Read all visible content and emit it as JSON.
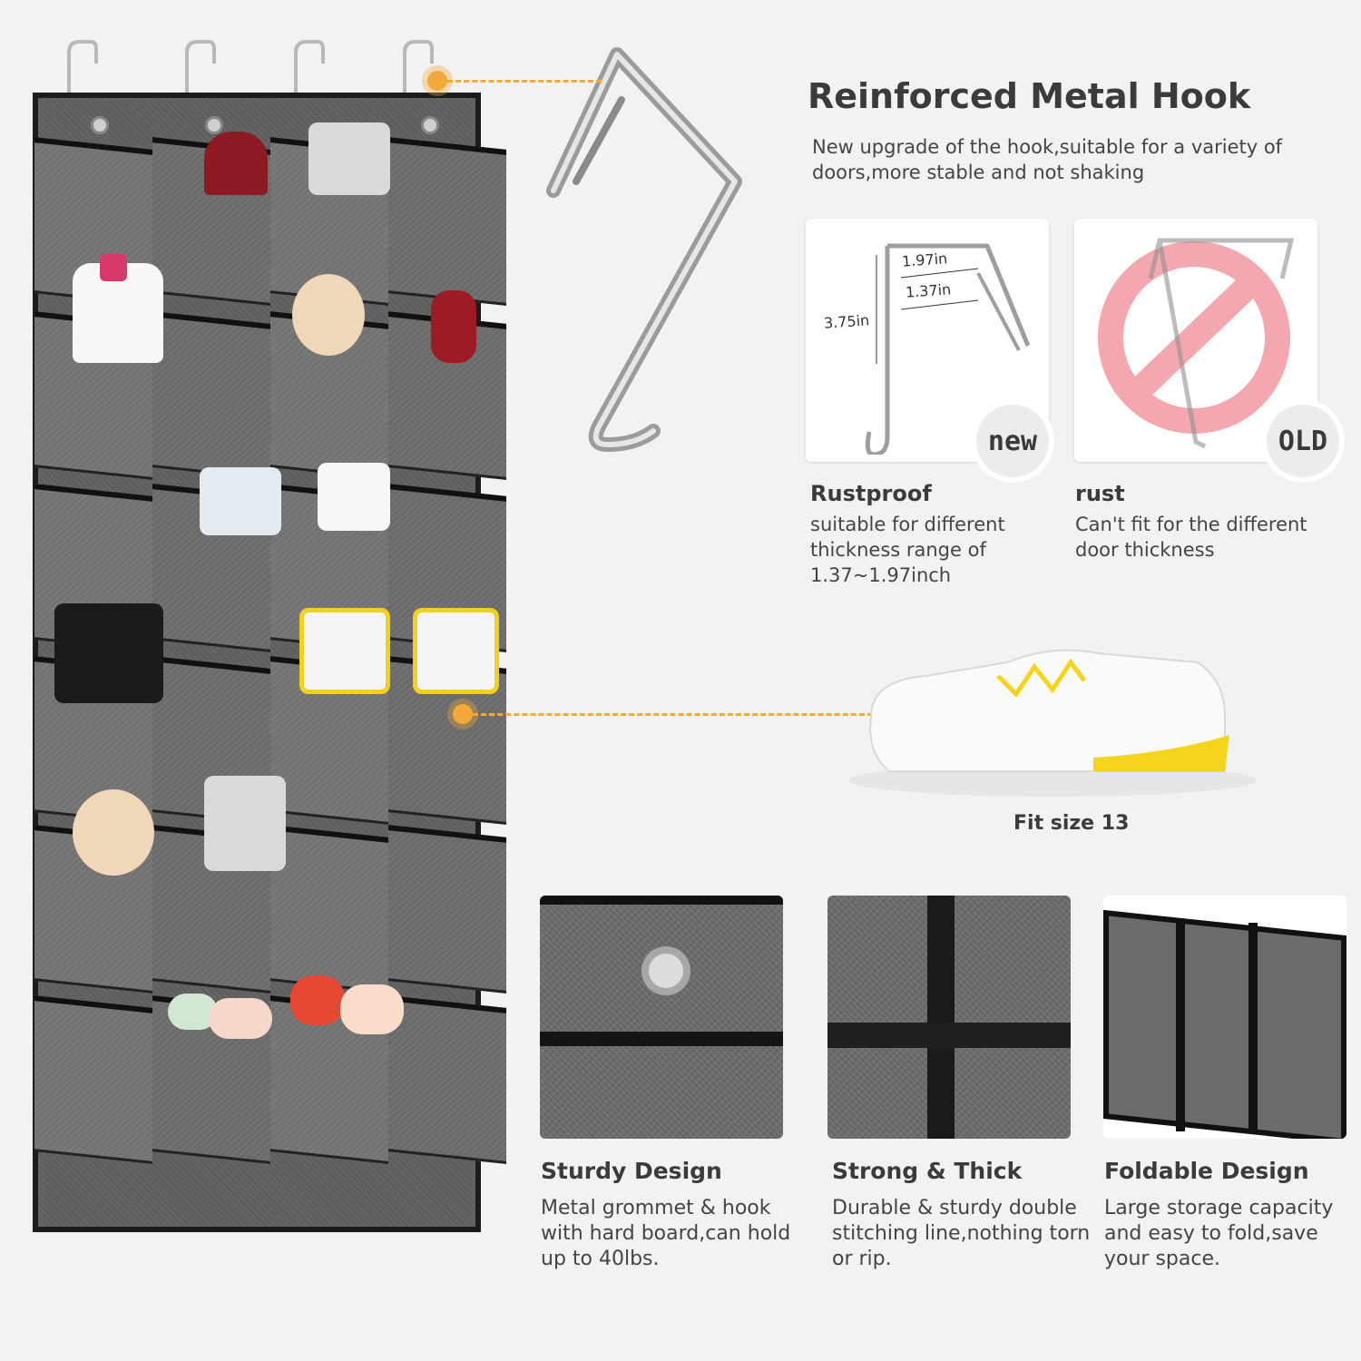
{
  "hook_section": {
    "title": "Reinforced Metal Hook",
    "description": "New upgrade of the hook,suitable for a variety of doors,more stable and not shaking"
  },
  "comparison": {
    "new": {
      "badge": "new",
      "dim_width": "1.97in",
      "dim_inner": "1.37in",
      "dim_height": "3.75in",
      "title": "Rustproof",
      "text": "suitable for different thickness range of 1.37~1.97inch"
    },
    "old": {
      "badge": "OLD",
      "title": "rust",
      "text": "Can't fit for the different door thickness"
    }
  },
  "shoe": {
    "caption": "Fit size 13"
  },
  "features": [
    {
      "title": "Sturdy Design",
      "text": "Metal grommet & hook with hard board,can hold up to 40lbs."
    },
    {
      "title": "Strong & Thick",
      "text": "Durable & sturdy double stitching line,nothing torn or rip."
    },
    {
      "title": "Foldable Design",
      "text": "Large storage capacity and easy to fold,save your space."
    }
  ],
  "colors": {
    "accent_dot": "#f3a93a",
    "fabric": "#6a6a6a",
    "trim": "#111111",
    "prohibited": "#f4a7ae"
  },
  "icons": [
    "metal-hook",
    "prohibited-sign",
    "grommet",
    "sneaker"
  ]
}
